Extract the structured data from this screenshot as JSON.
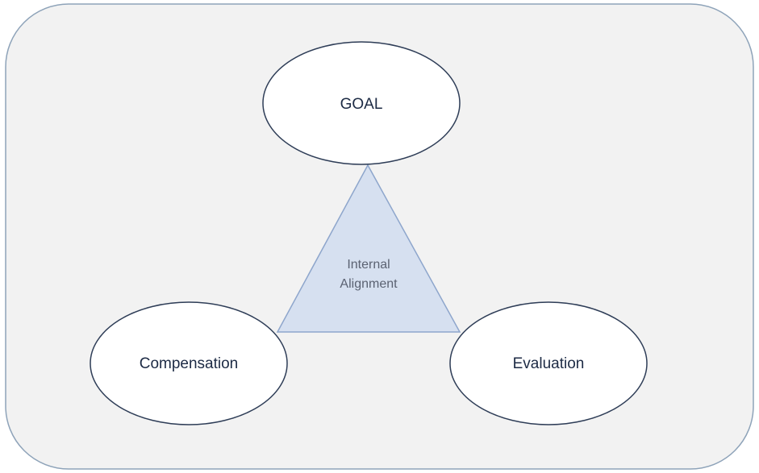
{
  "diagram": {
    "nodes": {
      "goal": "GOAL",
      "compensation": "Compensation",
      "evaluation": "Evaluation"
    },
    "center": {
      "line1": "Internal",
      "line2": "Alignment"
    }
  },
  "colors": {
    "frame_fill": "#f2f2f2",
    "frame_stroke": "#8ea3b9",
    "ellipse_fill": "#ffffff",
    "ellipse_stroke": "#2e3d57",
    "triangle_fill": "#d6e0f0",
    "triangle_stroke": "#8ea6cc",
    "node_text": "#1c2a44",
    "center_text": "#5b6272"
  }
}
